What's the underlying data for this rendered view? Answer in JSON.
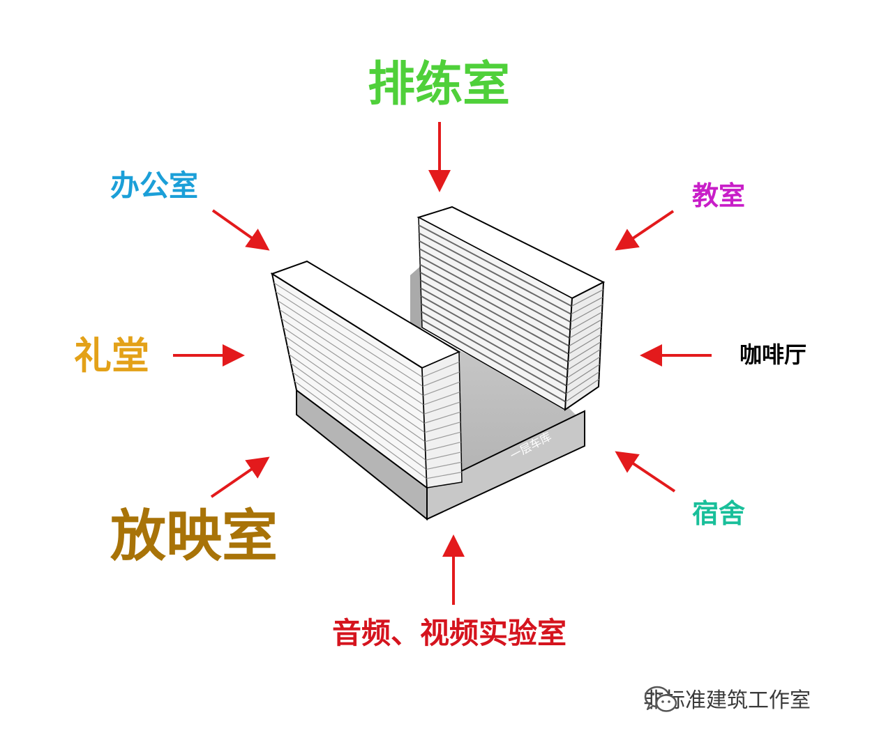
{
  "labels": {
    "rehearsal": "排练室",
    "office": "办公室",
    "classroom": "教室",
    "auditorium": "礼堂",
    "cafe": "咖啡厅",
    "screening": "放映室",
    "dorm": "宿舍",
    "av_lab": "音频、视频实验室"
  },
  "building": {
    "ground_text": "一层车库"
  },
  "watermark": {
    "text": "非标准建筑工作室"
  },
  "colors": {
    "rehearsal": "#4fd03a",
    "office": "#1b9fd8",
    "classroom": "#c81ec8",
    "auditorium": "#e3a118",
    "cafe": "#000000",
    "screening": "#a87308",
    "dorm": "#19bf9a",
    "av_lab": "#d5141e",
    "arrow": "#e31a1c"
  },
  "icons": {
    "watermark": "wechat-icon"
  }
}
